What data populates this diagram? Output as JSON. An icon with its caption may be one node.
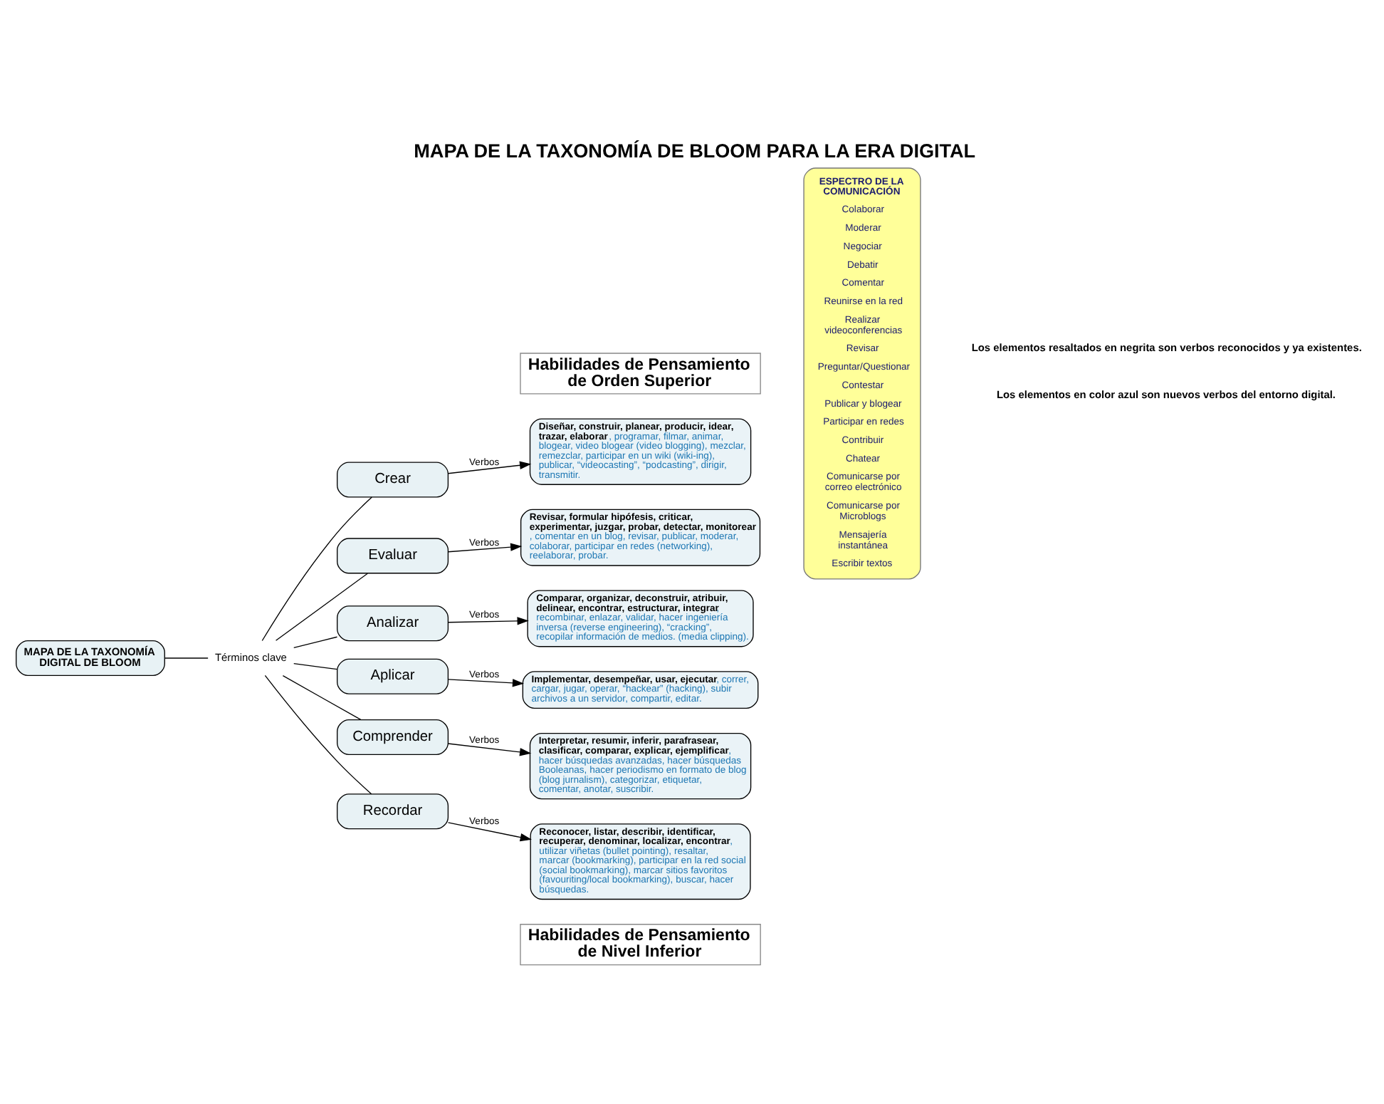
{
  "diagram": {
    "title": "MAPA DE LA TAXONOMÍA DE BLOOM PARA LA ERA DIGITAL",
    "nodes": [
      {
        "text": [
          "MAPA DE LA TAXONOMÍA DIGITAL DE BLOOM"
        ]
      },
      {
        "text": [
          "Términos clave"
        ]
      },
      {
        "text": [
          "Crear"
        ]
      },
      {
        "text": [
          "Evaluar"
        ]
      },
      {
        "text": [
          "Analizar"
        ]
      },
      {
        "text": [
          "Aplicar"
        ]
      },
      {
        "text": [
          "Comprender"
        ]
      },
      {
        "text": [
          "Recordar"
        ]
      },
      {
        "text": [
          "**Diseñar, construir, planear, producir, idear, trazar, elaborar**, programar, filmar, animar, blogear, video blogear (video blogging), mezclar, remezclar, participar en un wiki (wiki-ing), publicar, “videocasting”, “podcasting”, dirigir, transmitir."
        ]
      },
      {
        "text": [
          "**Revisar, formular hipófesis, criticar, experimentar, juzgar, probar, detectar, monitorear**, comentar en un blog, revisar, publicar, moderar, colaborar, participar en redes (networking), reelaborar, probar."
        ]
      },
      {
        "text": [
          "**Comparar, organizar, deconstruir, atribuir, delinear, encontrar, estructurar, integrar**, recombinar, enlazar, validar, hacer ingeniería inversa (reverse engineering), “cracking”, recopilar información de medios. (media clipping)."
        ]
      },
      {
        "text": [
          "**Implementar, desempeñar, usar, ejecutar**, correr, cargar, jugar, operar, “hackear” (hacking), subir archivos a un servidor, compartir, editar."
        ]
      },
      {
        "text": [
          "**Interpretar, resumir, inferir, parafrasear, clasificar, comparar, explicar, ejemplificar**, hacer búsquedas avanzadas, hacer búsquedas Booleanas, hacer periodismo en formato de blog (blog jurnalism), categorizar, etiquetar, comentar, anotar, suscribir."
        ]
      },
      {
        "text": [
          "**Reconocer, listar, describir, identificar, recuperar, denominar, localizar, encontrar**, utilizar viñetas (bullet pointing), resaltar, marcar (bookmarking), participar en la red social (social bookmarking), marcar sitios favoritos (favouriting/local bookmarking), buscar, hacer búsquedas."
        ]
      },
      {
        "text": [
          "Habilidades de Pensamiento de Orden Superior"
        ]
      },
      {
        "text": [
          "Habilidades de Pensamiento de Nivel Inferior"
        ]
      },
      {
        "text": [
          "ESPECTRO DE LA COMUNICACIÓN",
          "Colaborar",
          "Moderar",
          "Negociar",
          "Debatir",
          "Comentar",
          "Reunirse en la red",
          "Realizar videoconferencias",
          "Revisar",
          "Preguntar/Questionar",
          "Contestar",
          "Publicar y blogear",
          "Participar en redes",
          "Contribuir",
          "Chatear",
          "Comunicarse por correo electrónico",
          "Comunicarse por Microblogs",
          "Mensajería instantánea",
          "Escribir textos"
        ]
      }
    ],
    "edges": [
      {
        "from": 0,
        "to": 1,
        "arrow": "none"
      },
      {
        "from": 1,
        "to": 2,
        "arrow": "none"
      },
      {
        "from": 1,
        "to": 3,
        "arrow": "none"
      },
      {
        "from": 1,
        "to": 4,
        "arrow": "none"
      },
      {
        "from": 1,
        "to": 5,
        "arrow": "none"
      },
      {
        "from": 1,
        "to": 6,
        "arrow": "none"
      },
      {
        "from": 1,
        "to": 7,
        "arrow": "none"
      },
      {
        "from": 2,
        "to": 8,
        "arrow": "to",
        "label": "Verbos"
      },
      {
        "from": 3,
        "to": 9,
        "arrow": "to",
        "label": "Verbos"
      },
      {
        "from": 4,
        "to": 10,
        "arrow": "to",
        "label": "Verbos"
      },
      {
        "from": 5,
        "to": 11,
        "arrow": "to",
        "label": "Verbos"
      },
      {
        "from": 6,
        "to": 12,
        "arrow": "to",
        "label": "Verbos"
      },
      {
        "from": 7,
        "to": 13,
        "arrow": "to",
        "label": "Verbos"
      }
    ],
    "labels": [
      "Los elementos resaltados en negrita son verbos reconocidos y ya existentes.",
      "Los elementos en color azul son nuevos verbos del entorno digital."
    ]
  }
}
